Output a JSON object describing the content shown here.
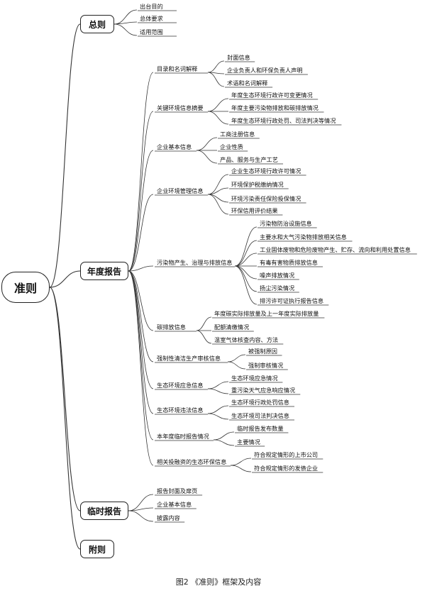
{
  "root": "准则",
  "main": {
    "general": "总则",
    "annual": "年度报告",
    "temporary": "临时报告",
    "appendix": "附则"
  },
  "general": [
    "出台目的",
    "总体要求",
    "适用范围"
  ],
  "annual": [
    {
      "label": "目录和名词解释",
      "items": [
        "封面信息",
        "企业负责人和环保负责人声明",
        "术语和名词解释"
      ]
    },
    {
      "label": "关键环境信息摘要",
      "items": [
        "年度生态环境行政许可变更情况",
        "年度主要污染物排放和碳排放情况",
        "年度生态环境行政处罚、司法判决等情况"
      ]
    },
    {
      "label": "企业基本信息",
      "items": [
        "工商注册信息",
        "企业性质",
        "产品、服务与生产工艺"
      ]
    },
    {
      "label": "企业环境管理信息",
      "items": [
        "企业生态环境行政许可情况",
        "环境保护税缴纳情况",
        "环境污染责任保险投保情况",
        "环保信用评价结果"
      ]
    },
    {
      "label": "污染物产生、治理与排放信息",
      "items": [
        "污染物防治设施信息",
        "主要水和大气污染物排放相关信息",
        "工业固体废物和危险废物产生、贮存、流向和利用处置信息",
        "有毒有害物质排放信息",
        "噪声排放情况",
        "扬尘污染情况",
        "排污许可证执行报告信息"
      ]
    },
    {
      "label": "碳排放信息",
      "items": [
        "年度碳实际排放量及上一年度实际排放量",
        "配额清缴情况",
        "温室气体核查内容、方法"
      ]
    },
    {
      "label": "强制性清洁生产审核信息",
      "items": [
        "被强制原因",
        "强制审核情况"
      ]
    },
    {
      "label": "生态环境应急信息",
      "items": [
        "生态环境应急情况",
        "重污染天气应急响应情况"
      ]
    },
    {
      "label": "生态环境违法信息",
      "items": [
        "生态环境行政处罚信息",
        "生态环境司法判决信息"
      ]
    },
    {
      "label": "本年度临时报告情况",
      "items": [
        "临时报告发布数量",
        "主要情况"
      ]
    },
    {
      "label": "相关投融资的生态环保信息",
      "items": [
        "符合规定情形的上市公司",
        "符合规定情形的发债企业"
      ]
    }
  ],
  "temporary": [
    "报告封面及扉页",
    "企业基本信息",
    "披露内容"
  ],
  "caption": "图2 《准则》框架及内容"
}
